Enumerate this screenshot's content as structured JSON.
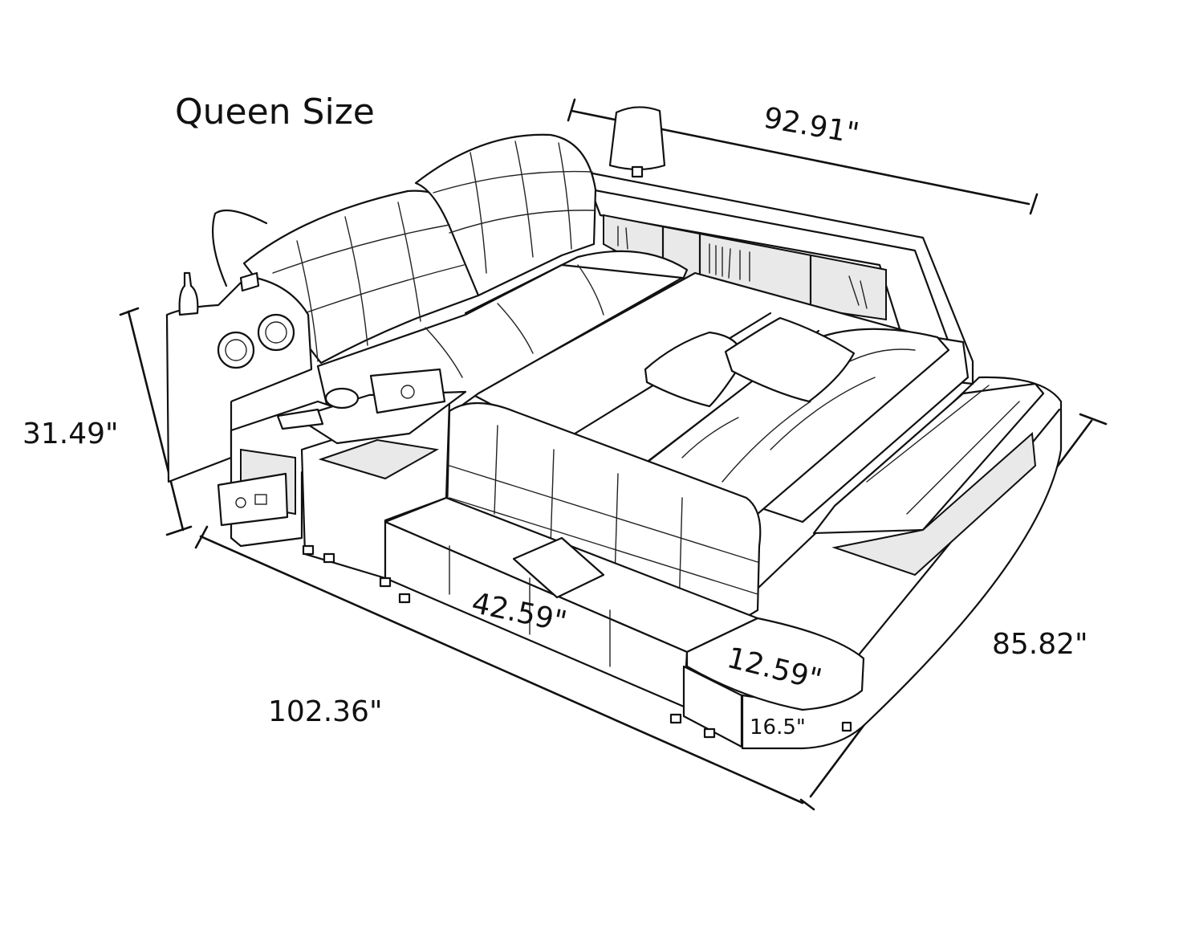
{
  "title": "Queen Size",
  "dimensions": {
    "headboard_width": "92.91\"",
    "overall_length": "102.36\"",
    "overall_width": "85.82\"",
    "height": "31.49\"",
    "front_bench": "42.59\"",
    "corner_seat": "12.59\"",
    "seat_height": "16.5\""
  },
  "colors": {
    "line": "#111111",
    "background": "#ffffff"
  }
}
